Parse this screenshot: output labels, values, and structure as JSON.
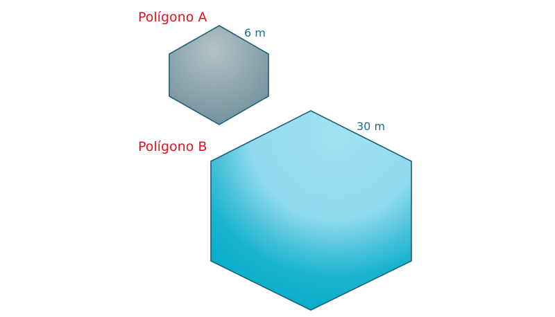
{
  "polygons": [
    {
      "label": "Polígono A",
      "side_label": "6 m",
      "colors": {
        "fill_light": "#b3c2c7",
        "fill_dark": "#6c8b96",
        "stroke": "#1e5f78"
      }
    },
    {
      "label": "Polígono B",
      "side_label": "30 m",
      "colors": {
        "fill_light": "#9fe0ef",
        "fill_dark": "#00acc9",
        "stroke": "#1e5f78"
      }
    }
  ],
  "colors": {
    "label_red": "#e0141e",
    "side_label_blue": "#1e6f8c"
  }
}
